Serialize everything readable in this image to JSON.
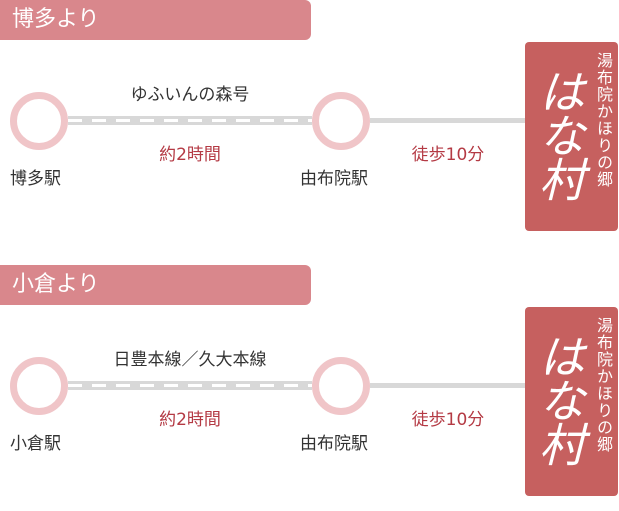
{
  "sections": [
    {
      "header": "博多より",
      "origin_station": "博多駅",
      "line_name": "ゆふいんの森号",
      "duration": "約2時間",
      "transfer_station": "由布院駅",
      "walk_time": "徒歩10分",
      "destination": {
        "name": "はな村",
        "subtitle": "湯布院かほりの郷"
      }
    },
    {
      "header": "小倉より",
      "origin_station": "小倉駅",
      "line_name": "日豊本線／久大本線",
      "duration": "約2時間",
      "transfer_station": "由布院駅",
      "walk_time": "徒歩10分",
      "destination": {
        "name": "はな村",
        "subtitle": "湯布院かほりの郷"
      }
    }
  ],
  "colors": {
    "header_bg": "#d9878c",
    "circle_ring": "#f0c5c8",
    "line_gray": "#d8d8d8",
    "accent_text": "#b43a44",
    "destination_bg": "#c6605f"
  }
}
